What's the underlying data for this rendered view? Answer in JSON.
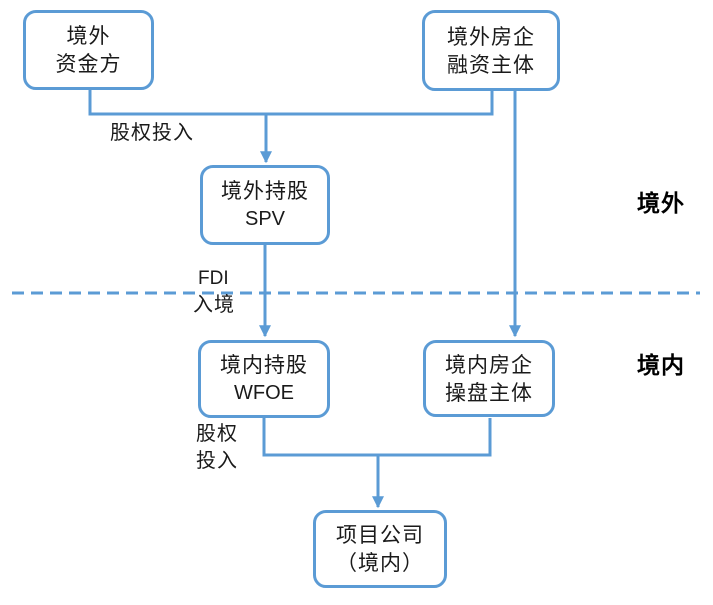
{
  "colors": {
    "accent": "#5B9BD5",
    "text": "#1A1A1A"
  },
  "nodes": {
    "offshore_fund": {
      "line1": "境外",
      "line2": "资金方"
    },
    "offshore_issuer": {
      "line1": "境外房企",
      "line2": "融资主体"
    },
    "offshore_spv": {
      "line1": "境外持股",
      "line2": "SPV"
    },
    "onshore_wfoe": {
      "line1": "境内持股",
      "line2": "WFOE"
    },
    "onshore_operator": {
      "line1": "境内房企",
      "line2": "操盘主体"
    },
    "project_company": {
      "line1": "项目公司",
      "line2": "（境内）"
    }
  },
  "edge_labels": {
    "equity_top": "股权投入",
    "fdi": "FDI",
    "entry": "入境",
    "equity_bottom_line1": "股权",
    "equity_bottom_line2": "投入"
  },
  "region_labels": {
    "offshore": "境外",
    "onshore": "境内"
  }
}
